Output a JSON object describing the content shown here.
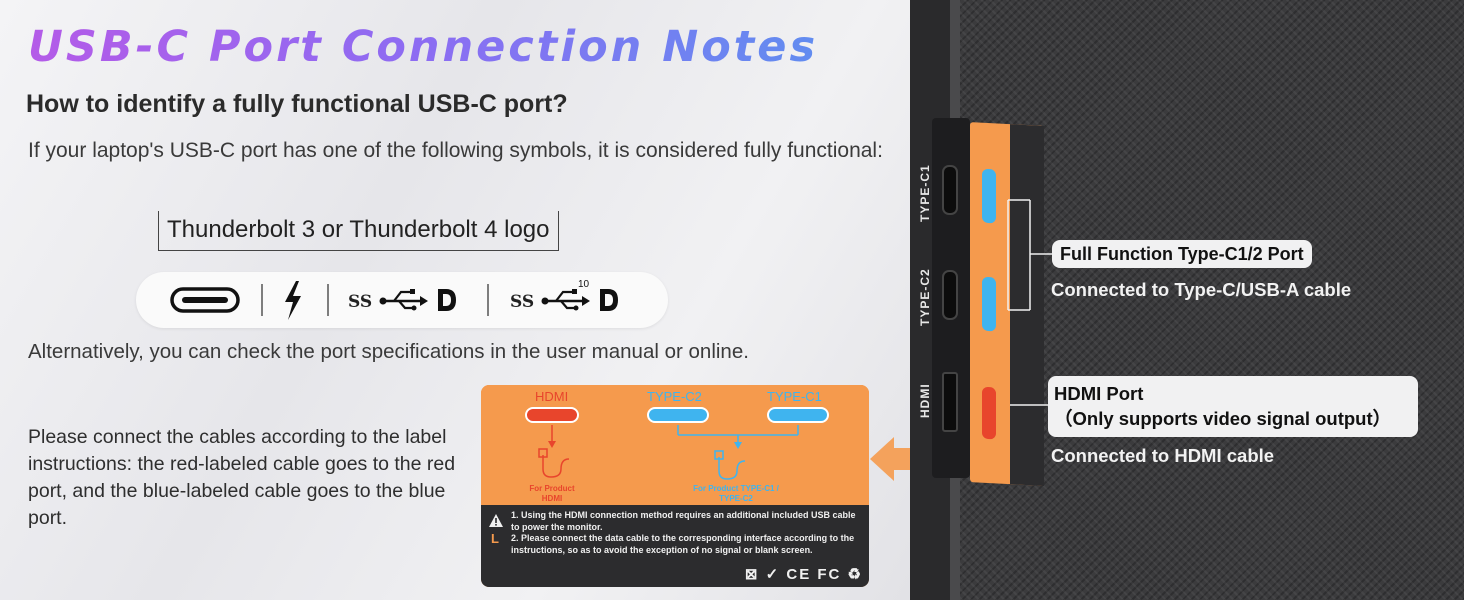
{
  "heading": {
    "title": "USB-C Port Connection Notes",
    "question": "How to identify a fully functional USB-C port?",
    "intro": "If your laptop's USB-C port has one of the following symbols, it is considered fully functional:",
    "logo_box": "Thunderbolt 3 or Thunderbolt 4 logo",
    "alternative": "Alternatively, you can check the port specifications in the user manual or online.",
    "instructions": "Please connect the cables according to the label instructions: the red-labeled cable goes to the red port, and the blue-labeled cable goes to the blue port."
  },
  "symbols": {
    "items": [
      "usb-c-port-icon",
      "thunderbolt-icon",
      "ss-usb-dp-icon",
      "ss-usb10-dp-icon"
    ],
    "ss_label": "SS",
    "ss10_label": "SS",
    "ten": "10"
  },
  "label_card": {
    "hdmi": "HDMI",
    "type_c2": "TYPE-C2",
    "type_c1": "TYPE-C1",
    "for_product_hdmi": "For Product HDMI",
    "for_product_typec": "For Product TYPE-C1 / TYPE-C2",
    "note1": "1. Using the HDMI connection method requires an additional included USB cable to power the monitor.",
    "note2": "2. Please connect the data cable to the corresponding interface according to the instructions, so as to avoid the exception of no signal or blank screen.",
    "l_mark": "L",
    "cert": "⊠ ✓ CE FC ♻",
    "colors": {
      "orange": "#f59a4d",
      "red": "#e8452c",
      "blue": "#3fb4ef",
      "dark": "#2c2c2e"
    }
  },
  "monitor": {
    "port_type_c1": "TYPE-C1",
    "port_type_c2": "TYPE-C2",
    "port_hdmi": "HDMI",
    "callout1_title": "Full Function Type-C1/2 Port",
    "callout1_sub": "Connected to Type-C/USB-A cable",
    "callout2_title": "HDMI Port",
    "callout2_note": "（Only supports video signal output）",
    "callout2_sub": "Connected to HDMI cable"
  }
}
